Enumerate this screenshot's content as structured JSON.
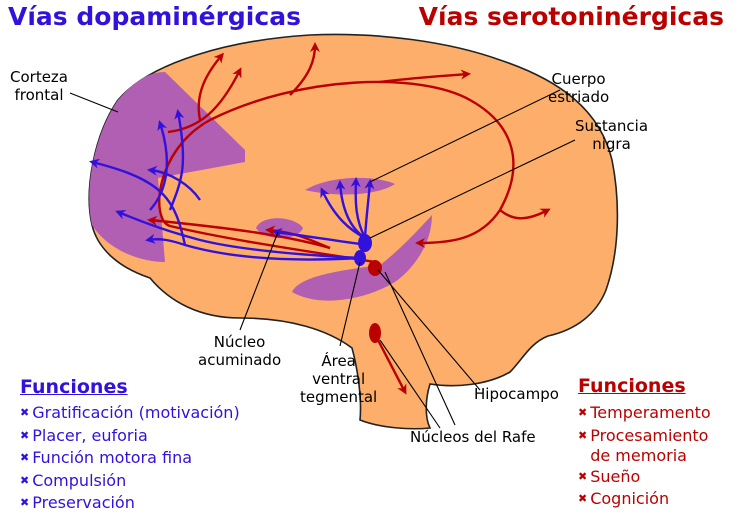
{
  "titles": {
    "dopaminergic": "Vías dopaminérgicas",
    "serotonergic": "Vías serotoninérgicas"
  },
  "labels": {
    "corteza_frontal": "Corteza\nfrontal",
    "cuerpo_estriado": "Cuerpo\nestriado",
    "sustancia_nigra": "Sustancia\nnigra",
    "nucleo_acuminado": "Núcleo\nacuminado",
    "area_ventral": "Área\nventral\ntegmental",
    "hipocampo": "Hipocampo",
    "nucleos_rafe": "Núcleos del Rafe"
  },
  "dopamine_functions": {
    "heading": "Funciones",
    "marker": "✖",
    "items": [
      "Gratificación (motivación)",
      "Placer, euforia",
      "Función motora fina",
      "Compulsión",
      "Preservación"
    ]
  },
  "serotonin_functions": {
    "heading": "Funciones",
    "marker": "✖",
    "items": [
      "Temperamento",
      "Procesamiento\nde memoria",
      "Sueño",
      "Cognición"
    ]
  },
  "colors": {
    "brain": "#fdae6b",
    "brain_outline": "#222222",
    "regions": "#b15fb3",
    "dopamine": "#3311dd",
    "serotonin": "#bb0000"
  }
}
